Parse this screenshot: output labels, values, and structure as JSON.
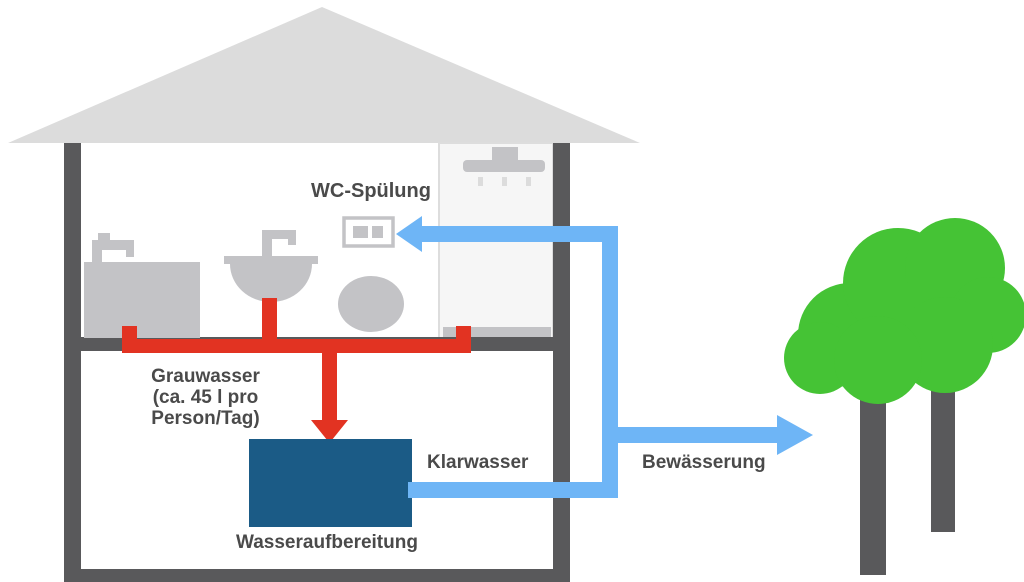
{
  "labels": {
    "wc_flush": "WC-Spülung",
    "greywater": [
      "Grauwasser",
      "(ca. 45 l pro",
      "Person/Tag)"
    ],
    "clearwater": "Klarwasser",
    "water_treatment": "Wasseraufbereitung",
    "irrigation": "Bewässerung"
  },
  "colors": {
    "roof": "#dcdcdc",
    "walls": "#59595b",
    "fixtures": "#c3c3c6",
    "shower_area": "#f6f6f6",
    "greywater_pipe": "#e23322",
    "clearwater_pipe": "#6eb5f6",
    "treatment_tank": "#1b5b86",
    "tree_foliage": "#45c335",
    "tree_trunk": "#59595b",
    "label_text": "#4a4a4a"
  },
  "flows": [
    {
      "label": "Grauwasser (ca. 45 l pro Person/Tag)",
      "from": "fixtures",
      "to": "Wasseraufbereitung",
      "color_key": "greywater_pipe"
    },
    {
      "label": "Klarwasser",
      "from": "Wasseraufbereitung",
      "to": "WC-Spülung",
      "color_key": "clearwater_pipe"
    },
    {
      "label": "Bewässerung",
      "from": "Wasseraufbereitung",
      "to": "trees",
      "color_key": "clearwater_pipe"
    }
  ]
}
